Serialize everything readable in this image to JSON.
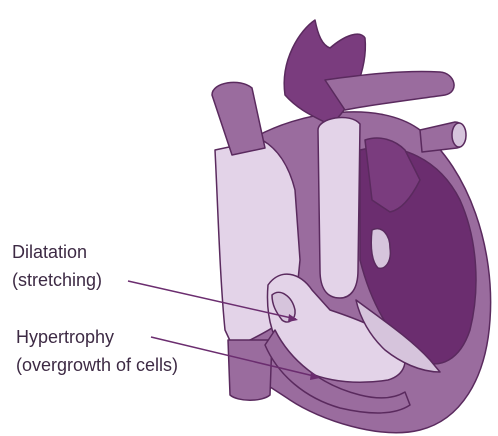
{
  "labels": {
    "dilatation_line1": "Dilatation",
    "dilatation_line2": "(stretching)",
    "hypertrophy_line1": "Hypertrophy",
    "hypertrophy_line2": "(overgrowth of cells)"
  },
  "colors": {
    "dark_purple": "#7a3c7e",
    "deep_purple": "#6b2d6f",
    "medium_purple": "#9a6c9e",
    "light_lavender": "#e3d3e8",
    "pale_lavender": "#d6c4dc",
    "outline": "#5a2a5e",
    "pointer": "#6b2d6f"
  }
}
